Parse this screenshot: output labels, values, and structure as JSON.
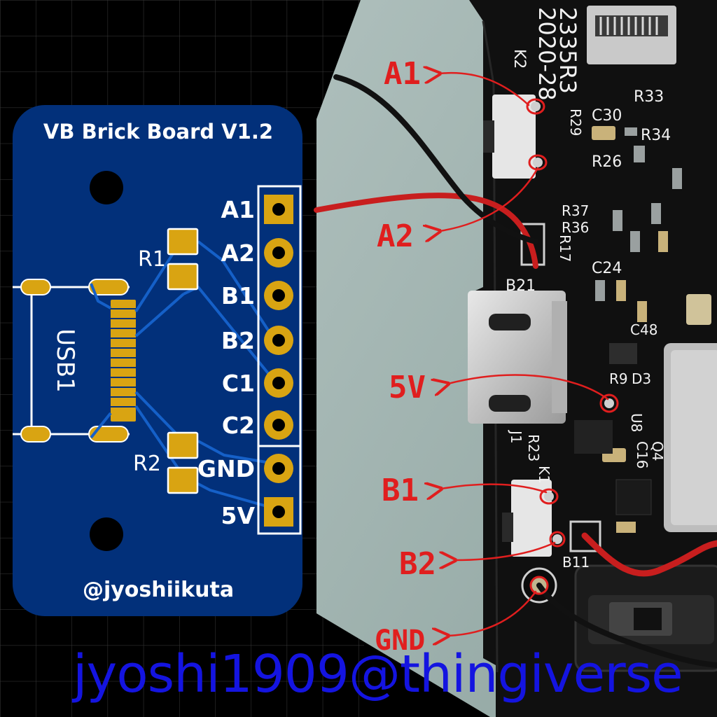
{
  "board": {
    "title": "VB Brick Board V1.2",
    "credit": "@jyoshiikuta",
    "usb_label": "USB1",
    "resistors": [
      "R1",
      "R2"
    ],
    "pins": [
      "A1",
      "A2",
      "B1",
      "B2",
      "C1",
      "C2",
      "GND",
      "5V"
    ]
  },
  "photo": {
    "callouts": [
      "A1",
      "A2",
      "5V",
      "B1",
      "B2",
      "GND"
    ],
    "silkscreen": {
      "ic_code": "2335R3",
      "date": "2020-28",
      "k2": "K2",
      "r33": "R33",
      "c30": "C30",
      "r34": "R34",
      "r29": "R29",
      "r26": "R26",
      "r37": "R37",
      "r36": "R36",
      "r17": "R17",
      "c24": "C24",
      "b21": "B21",
      "c48": "C48",
      "r9": "R9",
      "d3": "D3",
      "u8": "U8",
      "j1": "J1",
      "r23": "R23",
      "k1": "K1",
      "b11": "B11",
      "q4": "Q4",
      "c16": "C16"
    }
  },
  "watermark": "jyoshi1909@thingiverse",
  "colors": {
    "pcb_blue": "#02307a",
    "trace_blue": "#1560c8",
    "gold": "#d9a412",
    "callout_red": "#e01e1e",
    "watermark_blue": "#1414e0"
  }
}
